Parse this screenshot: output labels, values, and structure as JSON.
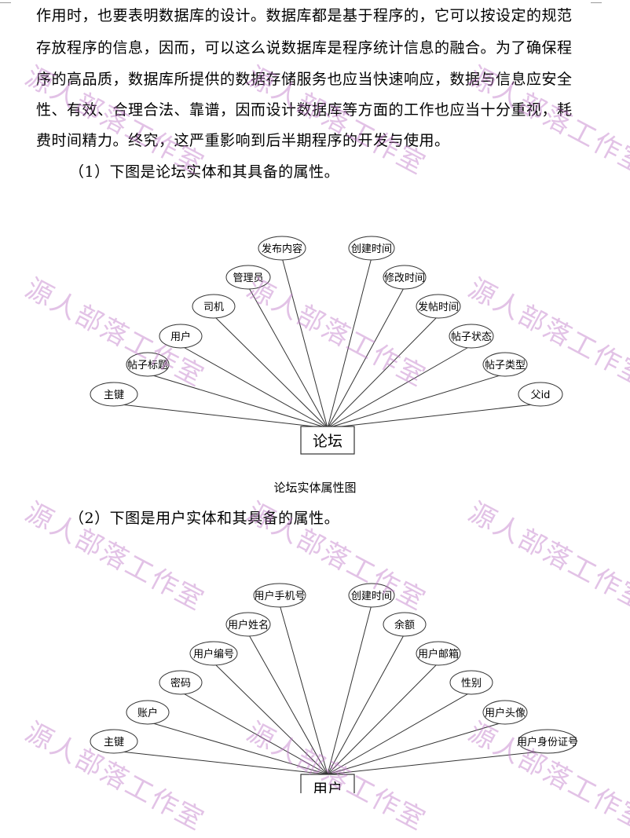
{
  "paragraph_lines": [
    "作用时，也要表明数据库的设计。数据库都是基于程序的，它可以按设定的规范",
    "存放程序的信息，因而，可以这么说数据库是程序统计信息的融合。为了确保程",
    "序的高品质，数据库所提供的数据存储服务也应当快速响应，数据与信息应安全",
    "性、有效、合理合法、靠谱，因而设计数据库等方面的工作也应当十分重视，耗",
    "费时间精力。终究，这严重影响到后半期程序的开发与使用。"
  ],
  "intro1": "（1）下图是论坛实体和其具备的属性。",
  "intro2": "（2）下图是用户实体和其具备的属性。",
  "diagram1": {
    "entity": "论坛",
    "attributes": [
      "主键",
      "帖子标题",
      "用户",
      "司机",
      "管理员",
      "发布内容",
      "创建时间",
      "修改时间",
      "发帖时间",
      "帖子状态",
      "帖子类型",
      "父id"
    ],
    "caption": "论坛实体属性图"
  },
  "diagram2": {
    "entity": "用户",
    "attributes": [
      "主键",
      "账户",
      "密码",
      "用户编号",
      "用户姓名",
      "用户手机号",
      "创建时间",
      "余额",
      "用户邮箱",
      "性别",
      "用户头像",
      "用户身份证号"
    ]
  },
  "watermark": "源人部落工作室"
}
